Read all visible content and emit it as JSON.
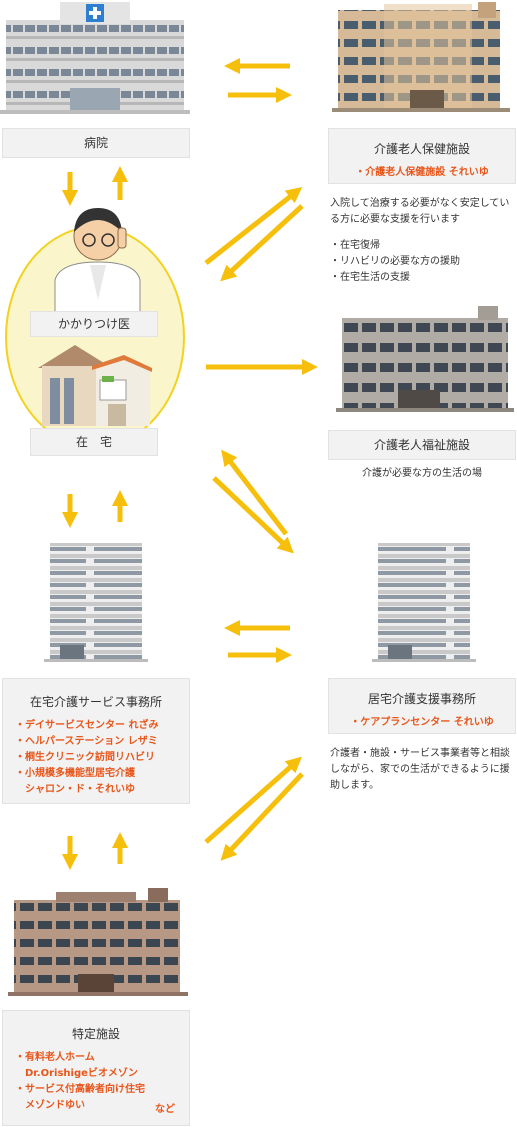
{
  "hospital": {
    "label": "病院"
  },
  "rouken": {
    "label": "介護老人保健施設",
    "facility": "・介護老人保健施設 それいゆ",
    "desc": "入院して治療する必要がなく安定している方に必要な支援を行います",
    "points": [
      "・在宅復帰",
      "・リハビリの必要な方の援助",
      "・在宅生活の支援"
    ]
  },
  "home": {
    "doctor_label": "かかりつけ医",
    "home_label": "在　宅"
  },
  "tokuyou": {
    "label": "介護老人福祉施設",
    "desc": "介護が必要な方の生活の場"
  },
  "home_service": {
    "label": "在宅介護サービス事務所",
    "items": [
      "・デイサービスセンター れざみ",
      "・ヘルパーステーション レザミ",
      "・桐生クリニック訪問リハビリ",
      "・小規模多機能型居宅介護",
      "　シャロン・ド・それいゆ"
    ]
  },
  "care_plan": {
    "label": "居宅介護支援事務所",
    "facility": "・ケアプランセンター それいゆ",
    "desc": "介護者・施設・サービス事業者等と相談しながら、家での生活ができるように援助します。"
  },
  "special": {
    "label": "特定施設",
    "items": [
      "・有料老人ホーム",
      "　Dr.Orishigeビオメゾン",
      "・サービス付高齢者向け住宅",
      "　メゾンドゆい"
    ],
    "note": "など"
  },
  "colors": {
    "arrow": "#f5bf0c",
    "accent": "#e8561b",
    "circle_fill": "#fbf5cc",
    "circle_stroke": "#f3d21f",
    "box_bg": "#f2f2f2"
  }
}
